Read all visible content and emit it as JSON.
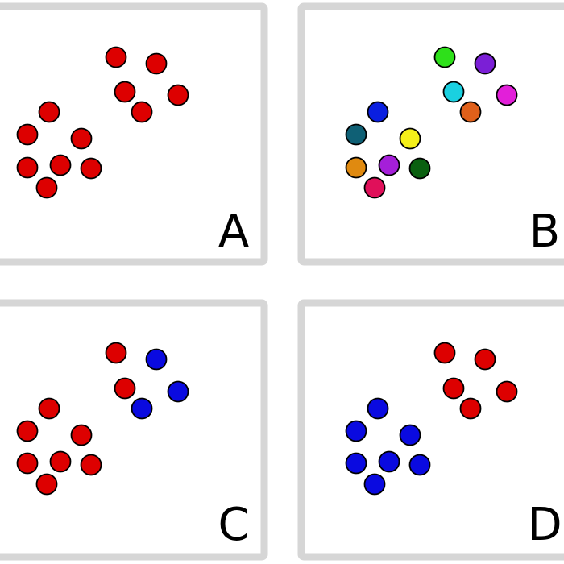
{
  "colors": {
    "panel_border": "#d6d6d6",
    "panel_fill": "#ffffff",
    "dot_outline": "#000000"
  },
  "panels": [
    {
      "id": "a",
      "letter": "A",
      "dots": [
        {
          "color": "#dd0000"
        },
        {
          "color": "#dd0000"
        },
        {
          "color": "#dd0000"
        },
        {
          "color": "#dd0000"
        },
        {
          "color": "#dd0000"
        },
        {
          "color": "#dd0000"
        },
        {
          "color": "#dd0000"
        },
        {
          "color": "#dd0000"
        },
        {
          "color": "#dd0000"
        },
        {
          "color": "#dd0000"
        },
        {
          "color": "#dd0000"
        },
        {
          "color": "#dd0000"
        },
        {
          "color": "#dd0000"
        }
      ]
    },
    {
      "id": "b",
      "letter": "B",
      "dots": [
        {
          "color": "#2ee01a"
        },
        {
          "color": "#7b1fd6"
        },
        {
          "color": "#1ad0e0"
        },
        {
          "color": "#e21fd9"
        },
        {
          "color": "#e0601a"
        },
        {
          "color": "#0a1fe0"
        },
        {
          "color": "#0f6075"
        },
        {
          "color": "#f5f01a"
        },
        {
          "color": "#e08a10"
        },
        {
          "color": "#a51fd9"
        },
        {
          "color": "#0a6010"
        },
        {
          "color": "#e0105a"
        }
      ]
    },
    {
      "id": "c",
      "letter": "C",
      "dots": [
        {
          "color": "#dd0000"
        },
        {
          "color": "#0a0ae0"
        },
        {
          "color": "#dd0000"
        },
        {
          "color": "#0a0ae0"
        },
        {
          "color": "#0a0ae0"
        },
        {
          "color": "#dd0000"
        },
        {
          "color": "#dd0000"
        },
        {
          "color": "#dd0000"
        },
        {
          "color": "#dd0000"
        },
        {
          "color": "#dd0000"
        },
        {
          "color": "#dd0000"
        },
        {
          "color": "#dd0000"
        }
      ]
    },
    {
      "id": "d",
      "letter": "D",
      "dots": [
        {
          "color": "#dd0000"
        },
        {
          "color": "#dd0000"
        },
        {
          "color": "#dd0000"
        },
        {
          "color": "#dd0000"
        },
        {
          "color": "#dd0000"
        },
        {
          "color": "#0a0ae0"
        },
        {
          "color": "#0a0ae0"
        },
        {
          "color": "#0a0ae0"
        },
        {
          "color": "#0a0ae0"
        },
        {
          "color": "#0a0ae0"
        },
        {
          "color": "#0a0ae0"
        },
        {
          "color": "#0a0ae0"
        }
      ]
    }
  ]
}
